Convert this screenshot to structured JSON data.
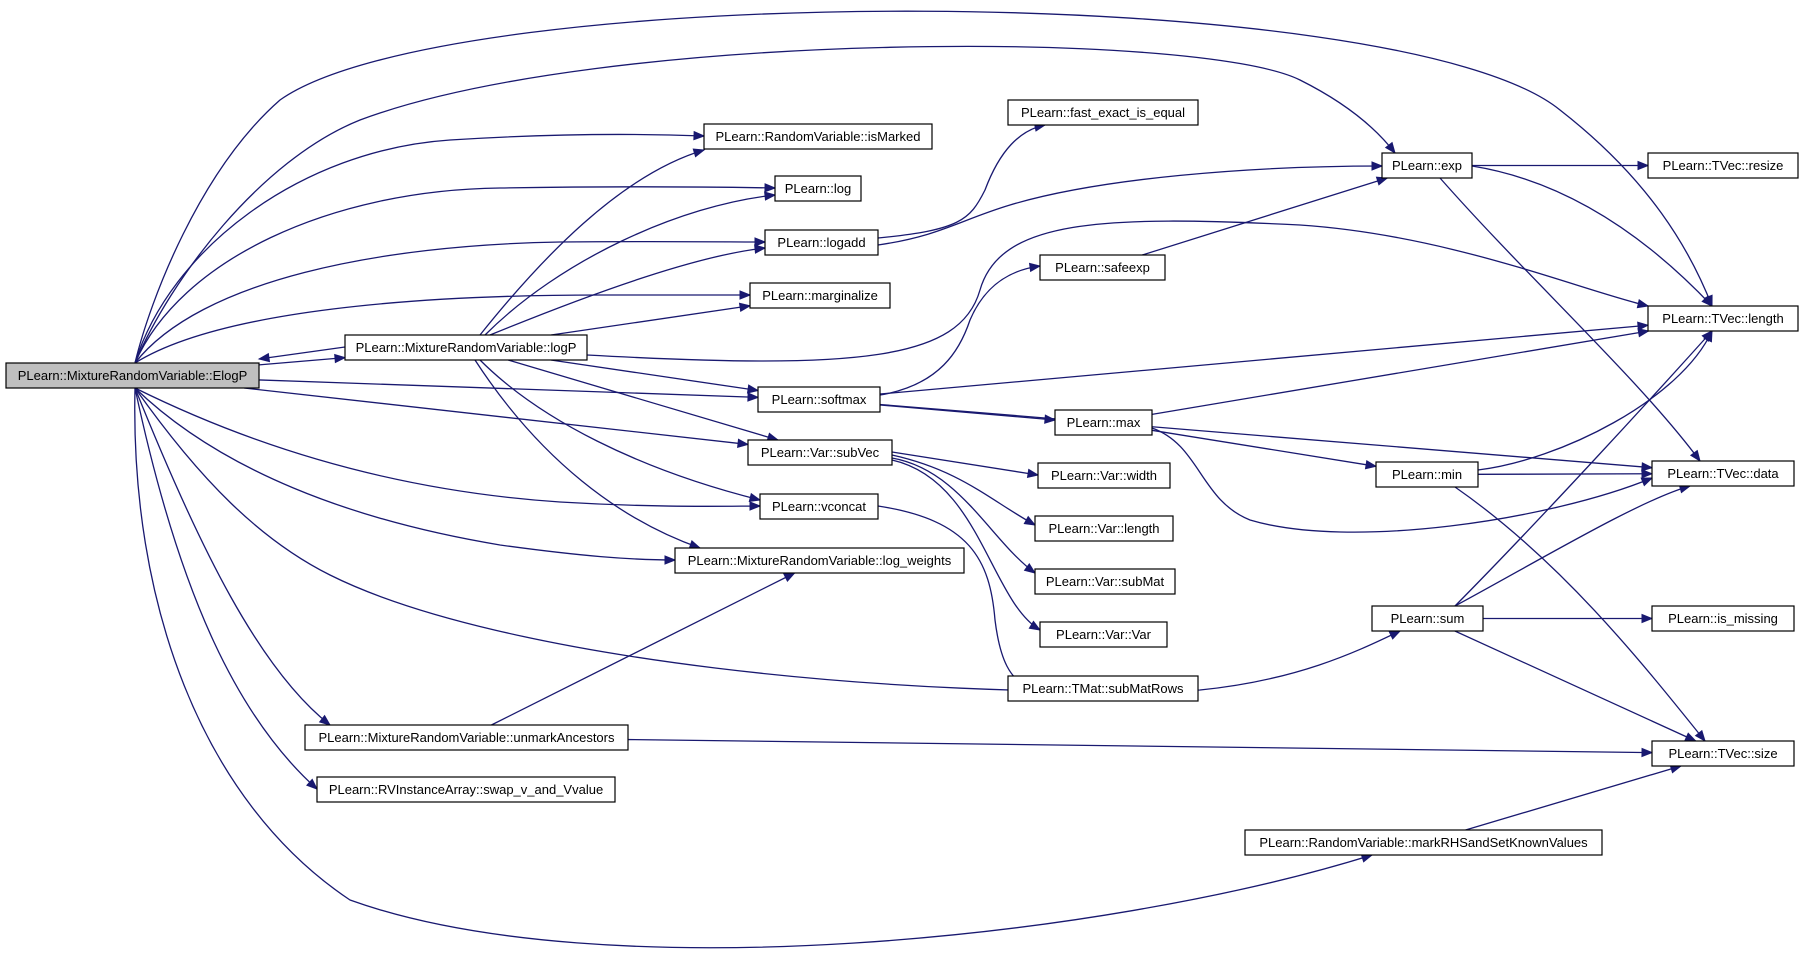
{
  "graph": {
    "nodes": [
      {
        "id": "elogp",
        "label": "PLearn::MixtureRandomVariable::ElogP",
        "root": true
      },
      {
        "id": "logP",
        "label": "PLearn::MixtureRandomVariable::logP"
      },
      {
        "id": "isMarked",
        "label": "PLearn::RandomVariable::isMarked"
      },
      {
        "id": "log",
        "label": "PLearn::log"
      },
      {
        "id": "logadd",
        "label": "PLearn::logadd"
      },
      {
        "id": "marginalize",
        "label": "PLearn::marginalize"
      },
      {
        "id": "softmax",
        "label": "PLearn::softmax"
      },
      {
        "id": "subVec",
        "label": "PLearn::Var::subVec"
      },
      {
        "id": "vconcat",
        "label": "PLearn::vconcat"
      },
      {
        "id": "log_weights",
        "label": "PLearn::MixtureRandomVariable::log_weights"
      },
      {
        "id": "unmark",
        "label": "PLearn::MixtureRandomVariable::unmarkAncestors"
      },
      {
        "id": "swap",
        "label": "PLearn::RVInstanceArray::swap_v_and_Vvalue"
      },
      {
        "id": "fexact",
        "label": "PLearn::fast_exact_is_equal"
      },
      {
        "id": "safeexp",
        "label": "PLearn::safeexp"
      },
      {
        "id": "max",
        "label": "PLearn::max"
      },
      {
        "id": "width",
        "label": "PLearn::Var::width"
      },
      {
        "id": "vlength",
        "label": "PLearn::Var::length"
      },
      {
        "id": "subMat",
        "label": "PLearn::Var::subMat"
      },
      {
        "id": "var",
        "label": "PLearn::Var::Var"
      },
      {
        "id": "subMatRows",
        "label": "PLearn::TMat::subMatRows"
      },
      {
        "id": "exp",
        "label": "PLearn::exp"
      },
      {
        "id": "min",
        "label": "PLearn::min"
      },
      {
        "id": "sum",
        "label": "PLearn::sum"
      },
      {
        "id": "markRHS",
        "label": "PLearn::RandomVariable::markRHSandSetKnownValues"
      },
      {
        "id": "resize",
        "label": "PLearn::TVec::resize"
      },
      {
        "id": "tlength",
        "label": "PLearn::TVec::length"
      },
      {
        "id": "data",
        "label": "PLearn::TVec::data"
      },
      {
        "id": "is_missing",
        "label": "PLearn::is_missing"
      },
      {
        "id": "size",
        "label": "PLearn::TVec::size"
      }
    ],
    "edges": [
      [
        "elogp",
        "tlength"
      ],
      [
        "elogp",
        "exp"
      ],
      [
        "elogp",
        "isMarked"
      ],
      [
        "elogp",
        "log"
      ],
      [
        "elogp",
        "logadd"
      ],
      [
        "elogp",
        "marginalize"
      ],
      [
        "elogp",
        "logP"
      ],
      [
        "elogp",
        "softmax"
      ],
      [
        "elogp",
        "subVec"
      ],
      [
        "elogp",
        "vconcat"
      ],
      [
        "elogp",
        "log_weights"
      ],
      [
        "elogp",
        "sum"
      ],
      [
        "elogp",
        "unmark"
      ],
      [
        "elogp",
        "swap"
      ],
      [
        "elogp",
        "markRHS"
      ],
      [
        "logP",
        "elogp"
      ],
      [
        "logP",
        "isMarked"
      ],
      [
        "logP",
        "log"
      ],
      [
        "logP",
        "logadd"
      ],
      [
        "logP",
        "marginalize"
      ],
      [
        "logP",
        "tlength"
      ],
      [
        "logP",
        "softmax"
      ],
      [
        "logP",
        "subVec"
      ],
      [
        "logP",
        "vconcat"
      ],
      [
        "logP",
        "log_weights"
      ],
      [
        "logadd",
        "fexact"
      ],
      [
        "logadd",
        "exp"
      ],
      [
        "softmax",
        "safeexp"
      ],
      [
        "softmax",
        "tlength"
      ],
      [
        "softmax",
        "data"
      ],
      [
        "softmax",
        "max"
      ],
      [
        "safeexp",
        "exp"
      ],
      [
        "max",
        "tlength"
      ],
      [
        "max",
        "min"
      ],
      [
        "max",
        "data"
      ],
      [
        "subVec",
        "width"
      ],
      [
        "subVec",
        "vlength"
      ],
      [
        "subVec",
        "subMat"
      ],
      [
        "subVec",
        "var"
      ],
      [
        "vconcat",
        "subMatRows"
      ],
      [
        "unmark",
        "log_weights"
      ],
      [
        "unmark",
        "size"
      ],
      [
        "exp",
        "resize"
      ],
      [
        "exp",
        "tlength"
      ],
      [
        "exp",
        "data"
      ],
      [
        "min",
        "tlength"
      ],
      [
        "min",
        "data"
      ],
      [
        "min",
        "size"
      ],
      [
        "sum",
        "tlength"
      ],
      [
        "sum",
        "data"
      ],
      [
        "sum",
        "is_missing"
      ],
      [
        "sum",
        "size"
      ],
      [
        "markRHS",
        "size"
      ]
    ]
  }
}
